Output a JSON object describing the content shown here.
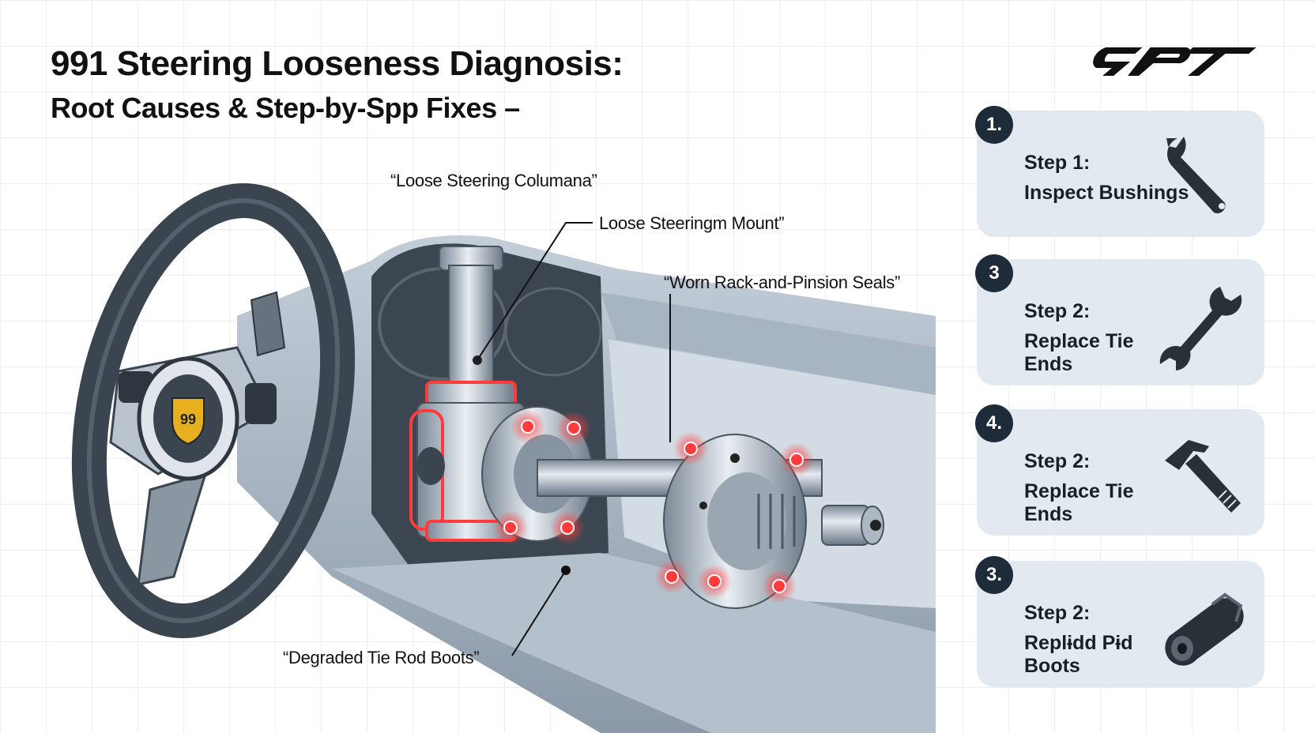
{
  "header": {
    "title": "991 Steering Looseness Diagnosis:",
    "subtitle": "Root Causes & Step-by-Spp Fixes –",
    "logo_text": "9PT"
  },
  "callouts": {
    "column": "“Loose Steering Columana”",
    "mount": "Loose Steeringm Mount”",
    "rack": "“Worn Rack-and-Pinsion Seals”",
    "boots": "“Degraded Tie Rod Boots”"
  },
  "wheel_badge": "99",
  "steps": [
    {
      "num": "1.",
      "title": "Step 1:",
      "desc": "Inspect Bushings",
      "icon": "wrench-icon"
    },
    {
      "num": "3",
      "title": "Step 2:",
      "desc": "Replace Tie Ends",
      "icon": "open-wrench-icon"
    },
    {
      "num": "4.",
      "title": "Step 2:",
      "desc": "Replace Tie Ends",
      "icon": "hammer-icon"
    },
    {
      "num": "3.",
      "title": "Step 2:",
      "desc": "Replɨdd Pɨd Boots",
      "icon": "nut-boot-icon"
    }
  ],
  "colors": {
    "accent_red": "#ff3b3b",
    "card_bg": "#e3e9f0",
    "badge_dark": "#1e2b38",
    "wheel_dark": "#3a4550",
    "logo_yellow": "#e8b020"
  }
}
